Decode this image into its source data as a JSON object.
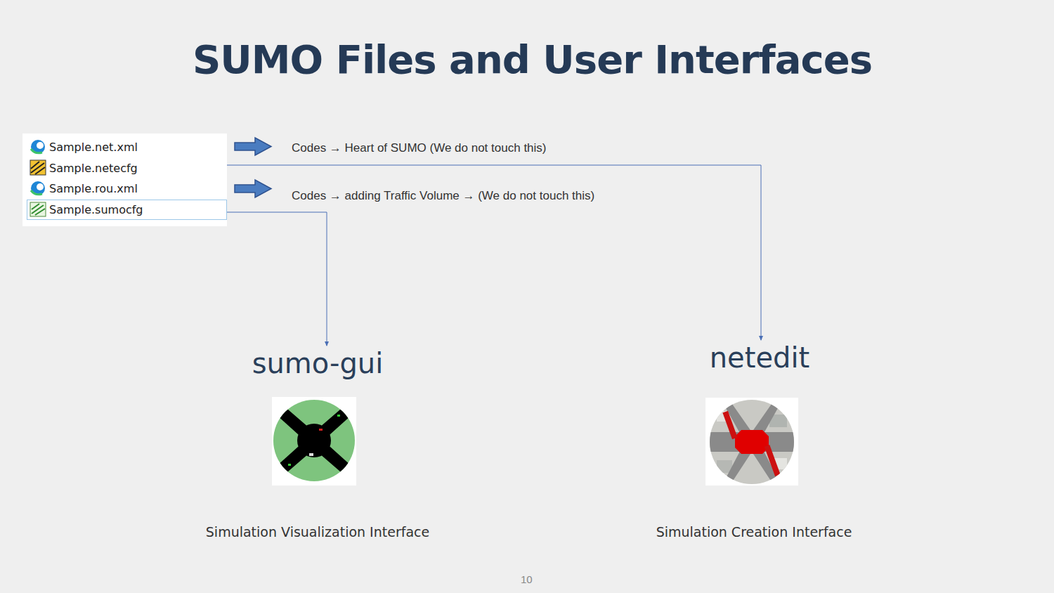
{
  "diagram": {
    "title": "SUMO Files and User Interfaces",
    "nodes": [
      {
        "text": [
          "Sample.net.xml"
        ]
      },
      {
        "text": [
          "Sample.netecfg"
        ]
      },
      {
        "text": [
          "Sample.rou.xml"
        ]
      },
      {
        "text": [
          "Sample.sumocfg"
        ]
      },
      {
        "text": [
          "sumo-gui",
          "Simulation Visualization Interface"
        ]
      },
      {
        "text": [
          "netedit",
          "Simulation Creation Interface"
        ]
      }
    ],
    "edges": [
      {
        "from": 1,
        "to": 5,
        "arrow": "to"
      },
      {
        "from": 3,
        "to": 4,
        "arrow": "to"
      }
    ],
    "labels": [
      "Codes → Heart of SUMO (We do not touch this)",
      "Codes → adding Traffic Volume → (We do not touch this)",
      "10"
    ]
  }
}
